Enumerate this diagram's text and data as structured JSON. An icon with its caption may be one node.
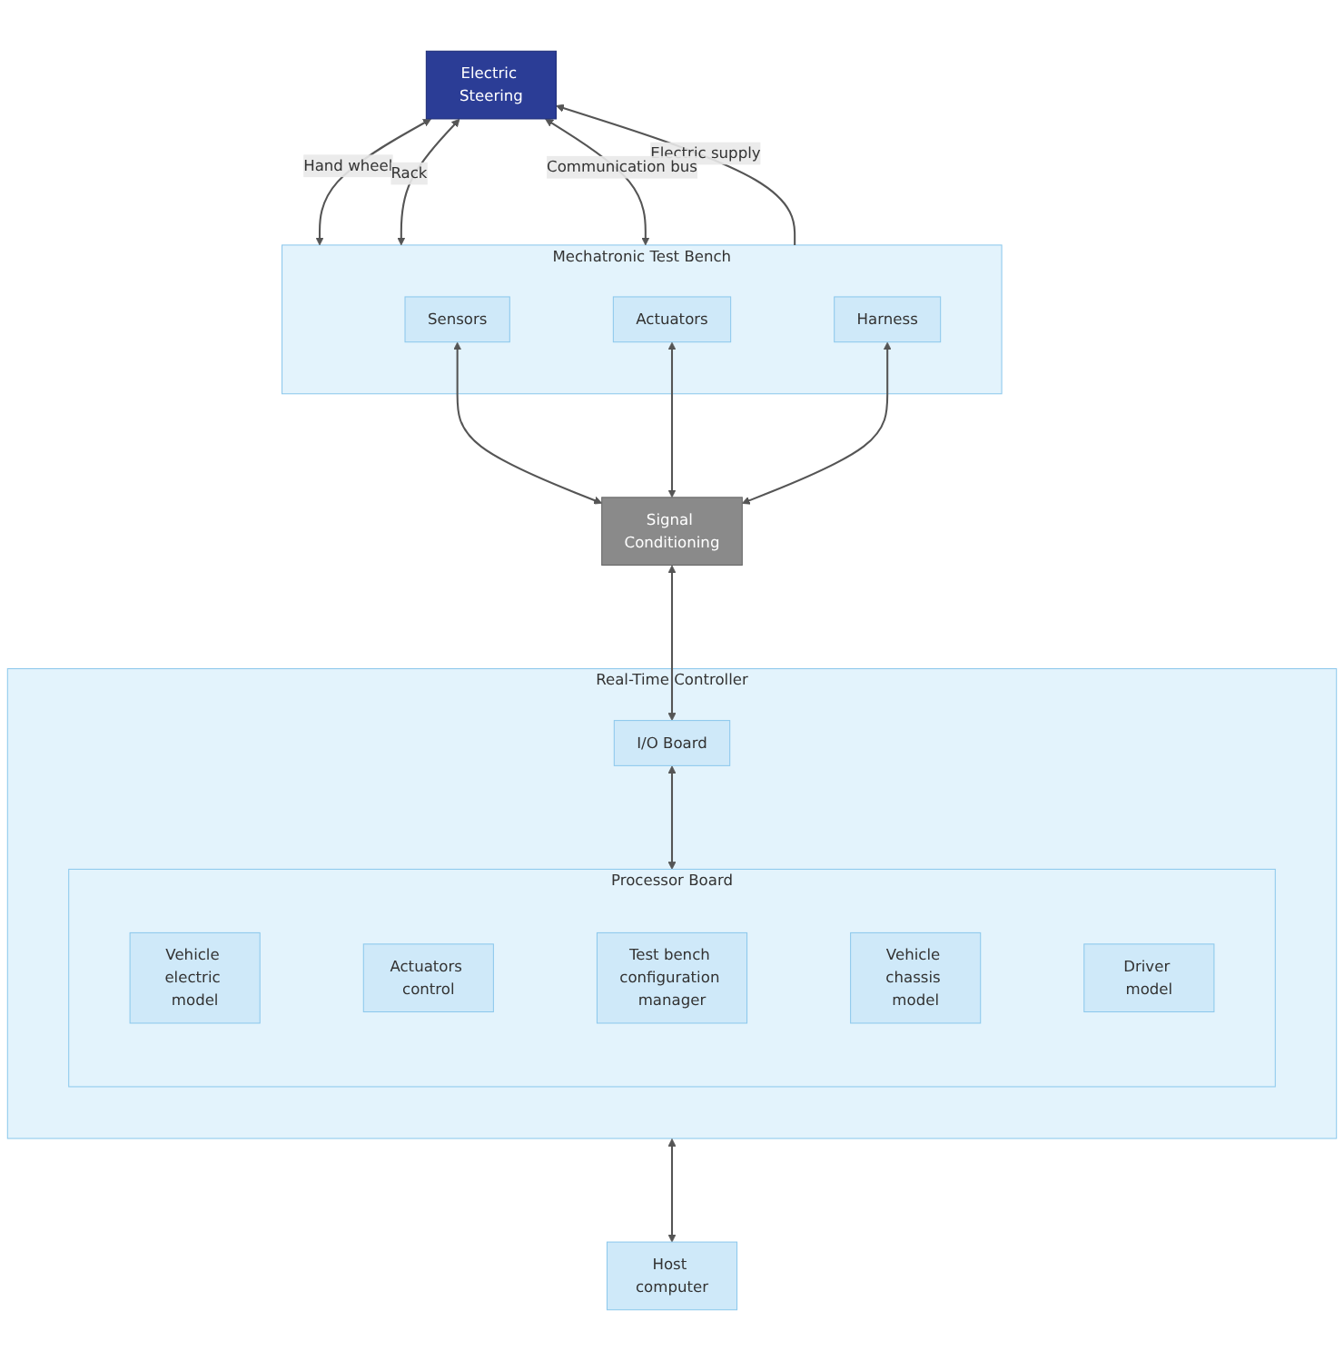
{
  "diagram": {
    "nodes": [
      {
        "text": [
          "Electric Steering"
        ]
      },
      {
        "text": [
          "Mechatronic Test Bench"
        ]
      },
      {
        "text": [
          "Sensors"
        ],
        "in": 1
      },
      {
        "text": [
          "Actuators"
        ],
        "in": 1
      },
      {
        "text": [
          "Harness"
        ],
        "in": 1
      },
      {
        "text": [
          "Signal Conditioning"
        ]
      },
      {
        "text": [
          "Real-Time Controller"
        ]
      },
      {
        "text": [
          "I/O Board"
        ],
        "in": 6
      },
      {
        "text": [
          "Processor Board"
        ],
        "in": 6
      },
      {
        "text": [
          "Vehicle electric model"
        ],
        "in": 8
      },
      {
        "text": [
          "Actuators control"
        ],
        "in": 8
      },
      {
        "text": [
          "Test bench configuration manager"
        ],
        "in": 8
      },
      {
        "text": [
          "Vehicle chassis model"
        ],
        "in": 8
      },
      {
        "text": [
          "Driver model"
        ],
        "in": 8
      },
      {
        "text": [
          "Host computer"
        ]
      }
    ],
    "edges": [
      {
        "from": 1,
        "to": 0,
        "arrow": "both",
        "label": "Hand wheel"
      },
      {
        "from": 1,
        "to": 0,
        "arrow": "both",
        "label": "Rack"
      },
      {
        "from": 1,
        "to": 0,
        "arrow": "to",
        "label": "Electric supply"
      },
      {
        "from": 1,
        "to": 0,
        "arrow": "both",
        "label": "Communication bus"
      },
      {
        "from": 2,
        "to": 5,
        "arrow": "both"
      },
      {
        "from": 3,
        "to": 5,
        "arrow": "both"
      },
      {
        "from": 4,
        "to": 5,
        "arrow": "both"
      },
      {
        "from": 5,
        "to": 7,
        "arrow": "both"
      },
      {
        "from": 7,
        "to": 8,
        "arrow": "both"
      },
      {
        "from": 6,
        "to": 14,
        "arrow": "both"
      }
    ]
  }
}
